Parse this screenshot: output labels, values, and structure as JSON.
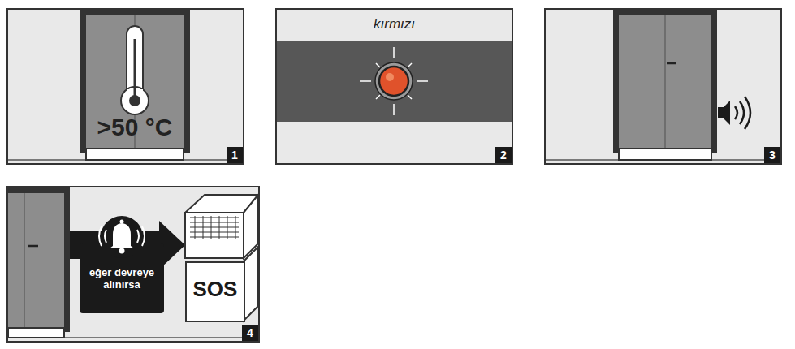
{
  "diagram": {
    "nodes": [
      {
        "text": [
          ">50 °C",
          "1"
        ]
      },
      {
        "text": [
          "kırmızı",
          "2"
        ]
      },
      {
        "text": [
          "3"
        ]
      },
      {
        "text": [
          "eğer devreye alınırsa",
          "4"
        ]
      },
      {
        "text": [
          "SOS"
        ],
        "in": 3
      }
    ]
  }
}
